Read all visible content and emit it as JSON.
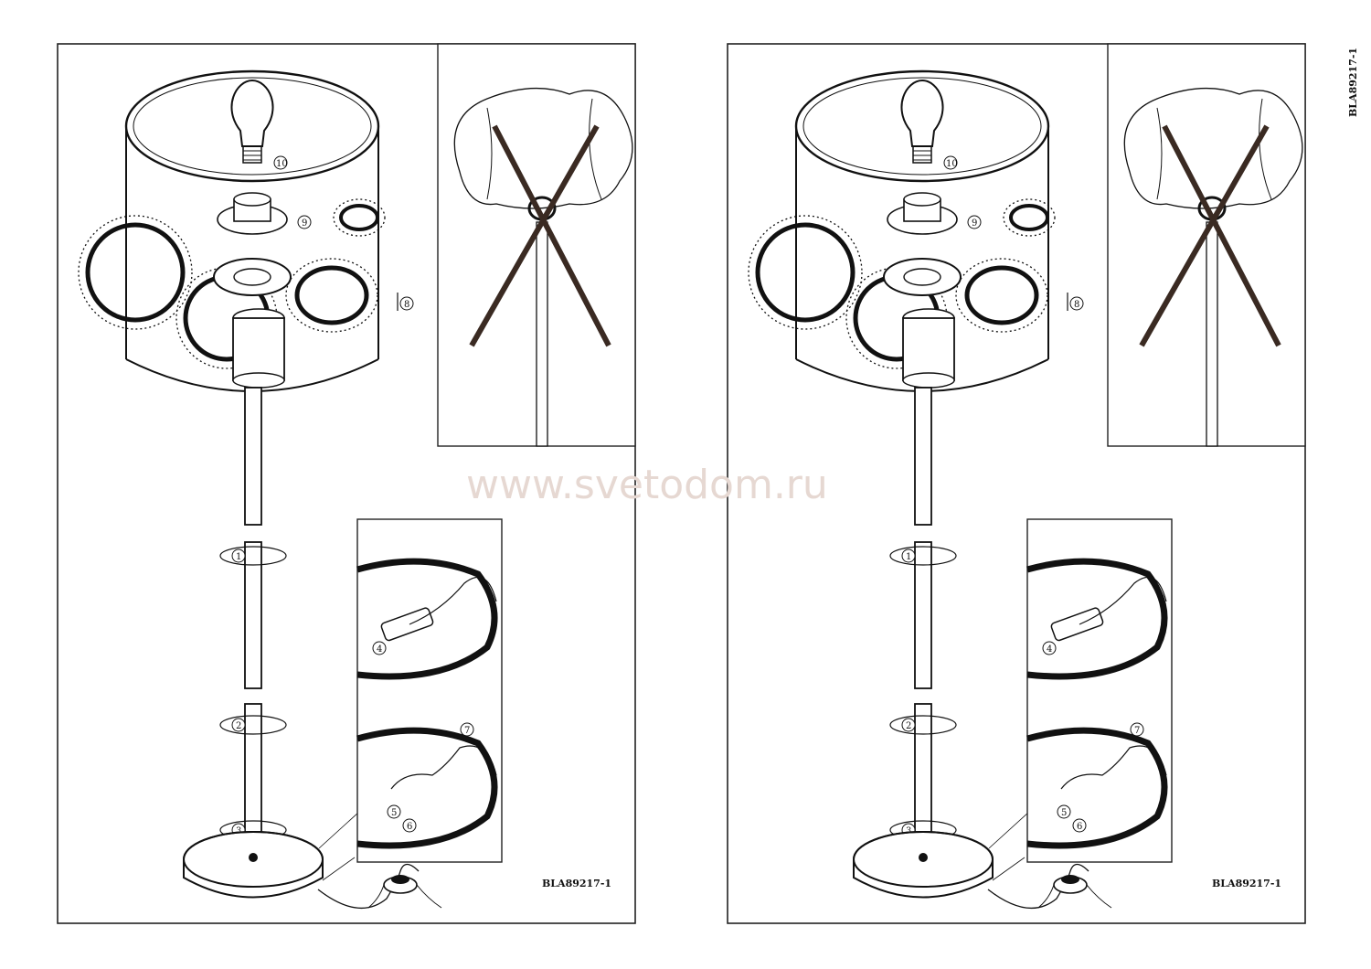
{
  "panels": [
    {
      "code": "BLA89217-1",
      "steps": [
        "1",
        "2",
        "3",
        "4",
        "5",
        "6",
        "7",
        "8",
        "9",
        "10"
      ]
    },
    {
      "code": "BLA89217-1",
      "steps": [
        "1",
        "2",
        "3",
        "4",
        "5",
        "6",
        "7",
        "8",
        "9",
        "10"
      ]
    }
  ],
  "corner_code": "BLA89217-1",
  "watermark": "www.svetodom.ru"
}
